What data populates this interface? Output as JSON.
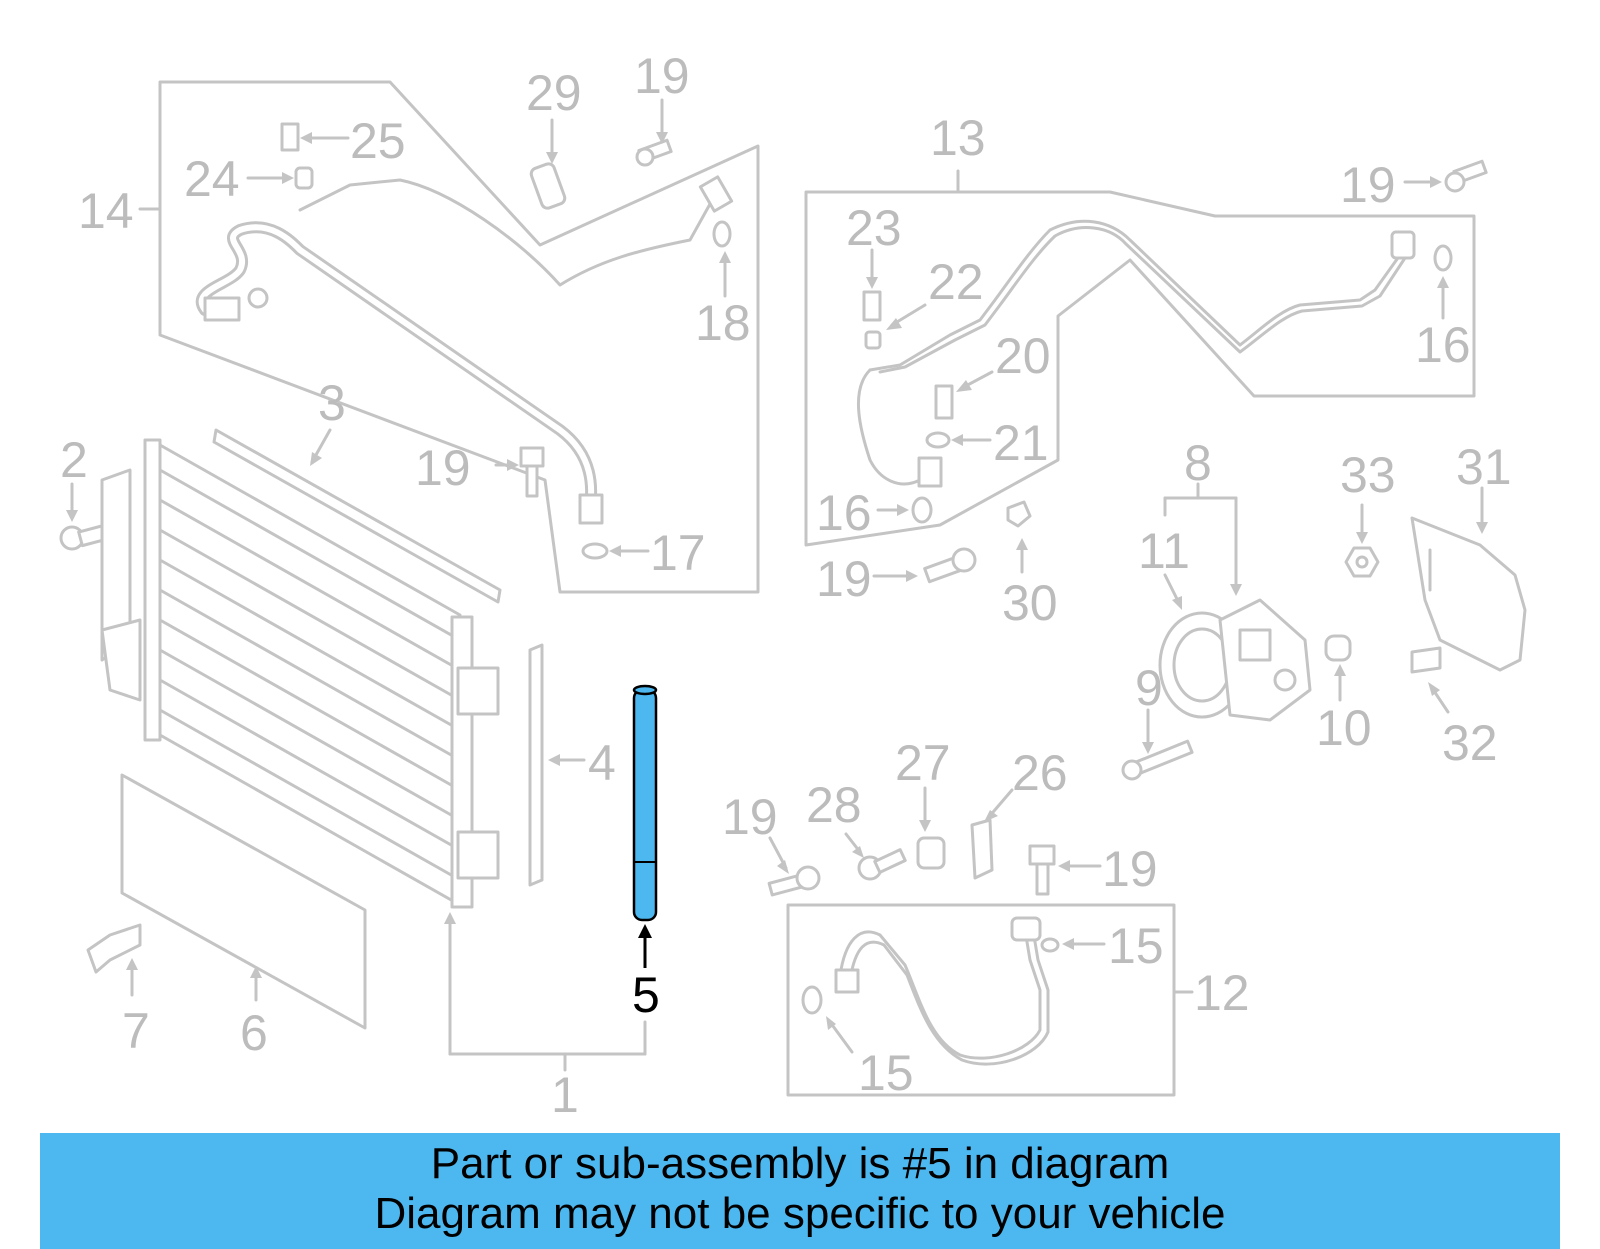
{
  "callouts": {
    "c1": "1",
    "c2": "2",
    "c3": "3",
    "c4": "4",
    "c5": "5",
    "c6": "6",
    "c7": "7",
    "c8": "8",
    "c9": "9",
    "c10": "10",
    "c11": "11",
    "c12": "12",
    "c13": "13",
    "c14": "14",
    "c15a": "15",
    "c15b": "15",
    "c16a": "16",
    "c16b": "16",
    "c17": "17",
    "c18": "18",
    "c19a": "19",
    "c19b": "19",
    "c19c": "19",
    "c19d": "19",
    "c19e": "19",
    "c19f": "19",
    "c20": "20",
    "c21": "21",
    "c22": "22",
    "c23": "23",
    "c24": "24",
    "c25": "25",
    "c26": "26",
    "c27": "27",
    "c28": "28",
    "c29": "29",
    "c30": "30",
    "c31": "31",
    "c32": "32",
    "c33": "33"
  },
  "highlight": {
    "part_number": "5",
    "color": "#4db8ef"
  },
  "banner": {
    "line1": "Part or sub-assembly is #5 in diagram",
    "line2": "Diagram may not be specific to your vehicle",
    "background": "#4db8ef"
  }
}
